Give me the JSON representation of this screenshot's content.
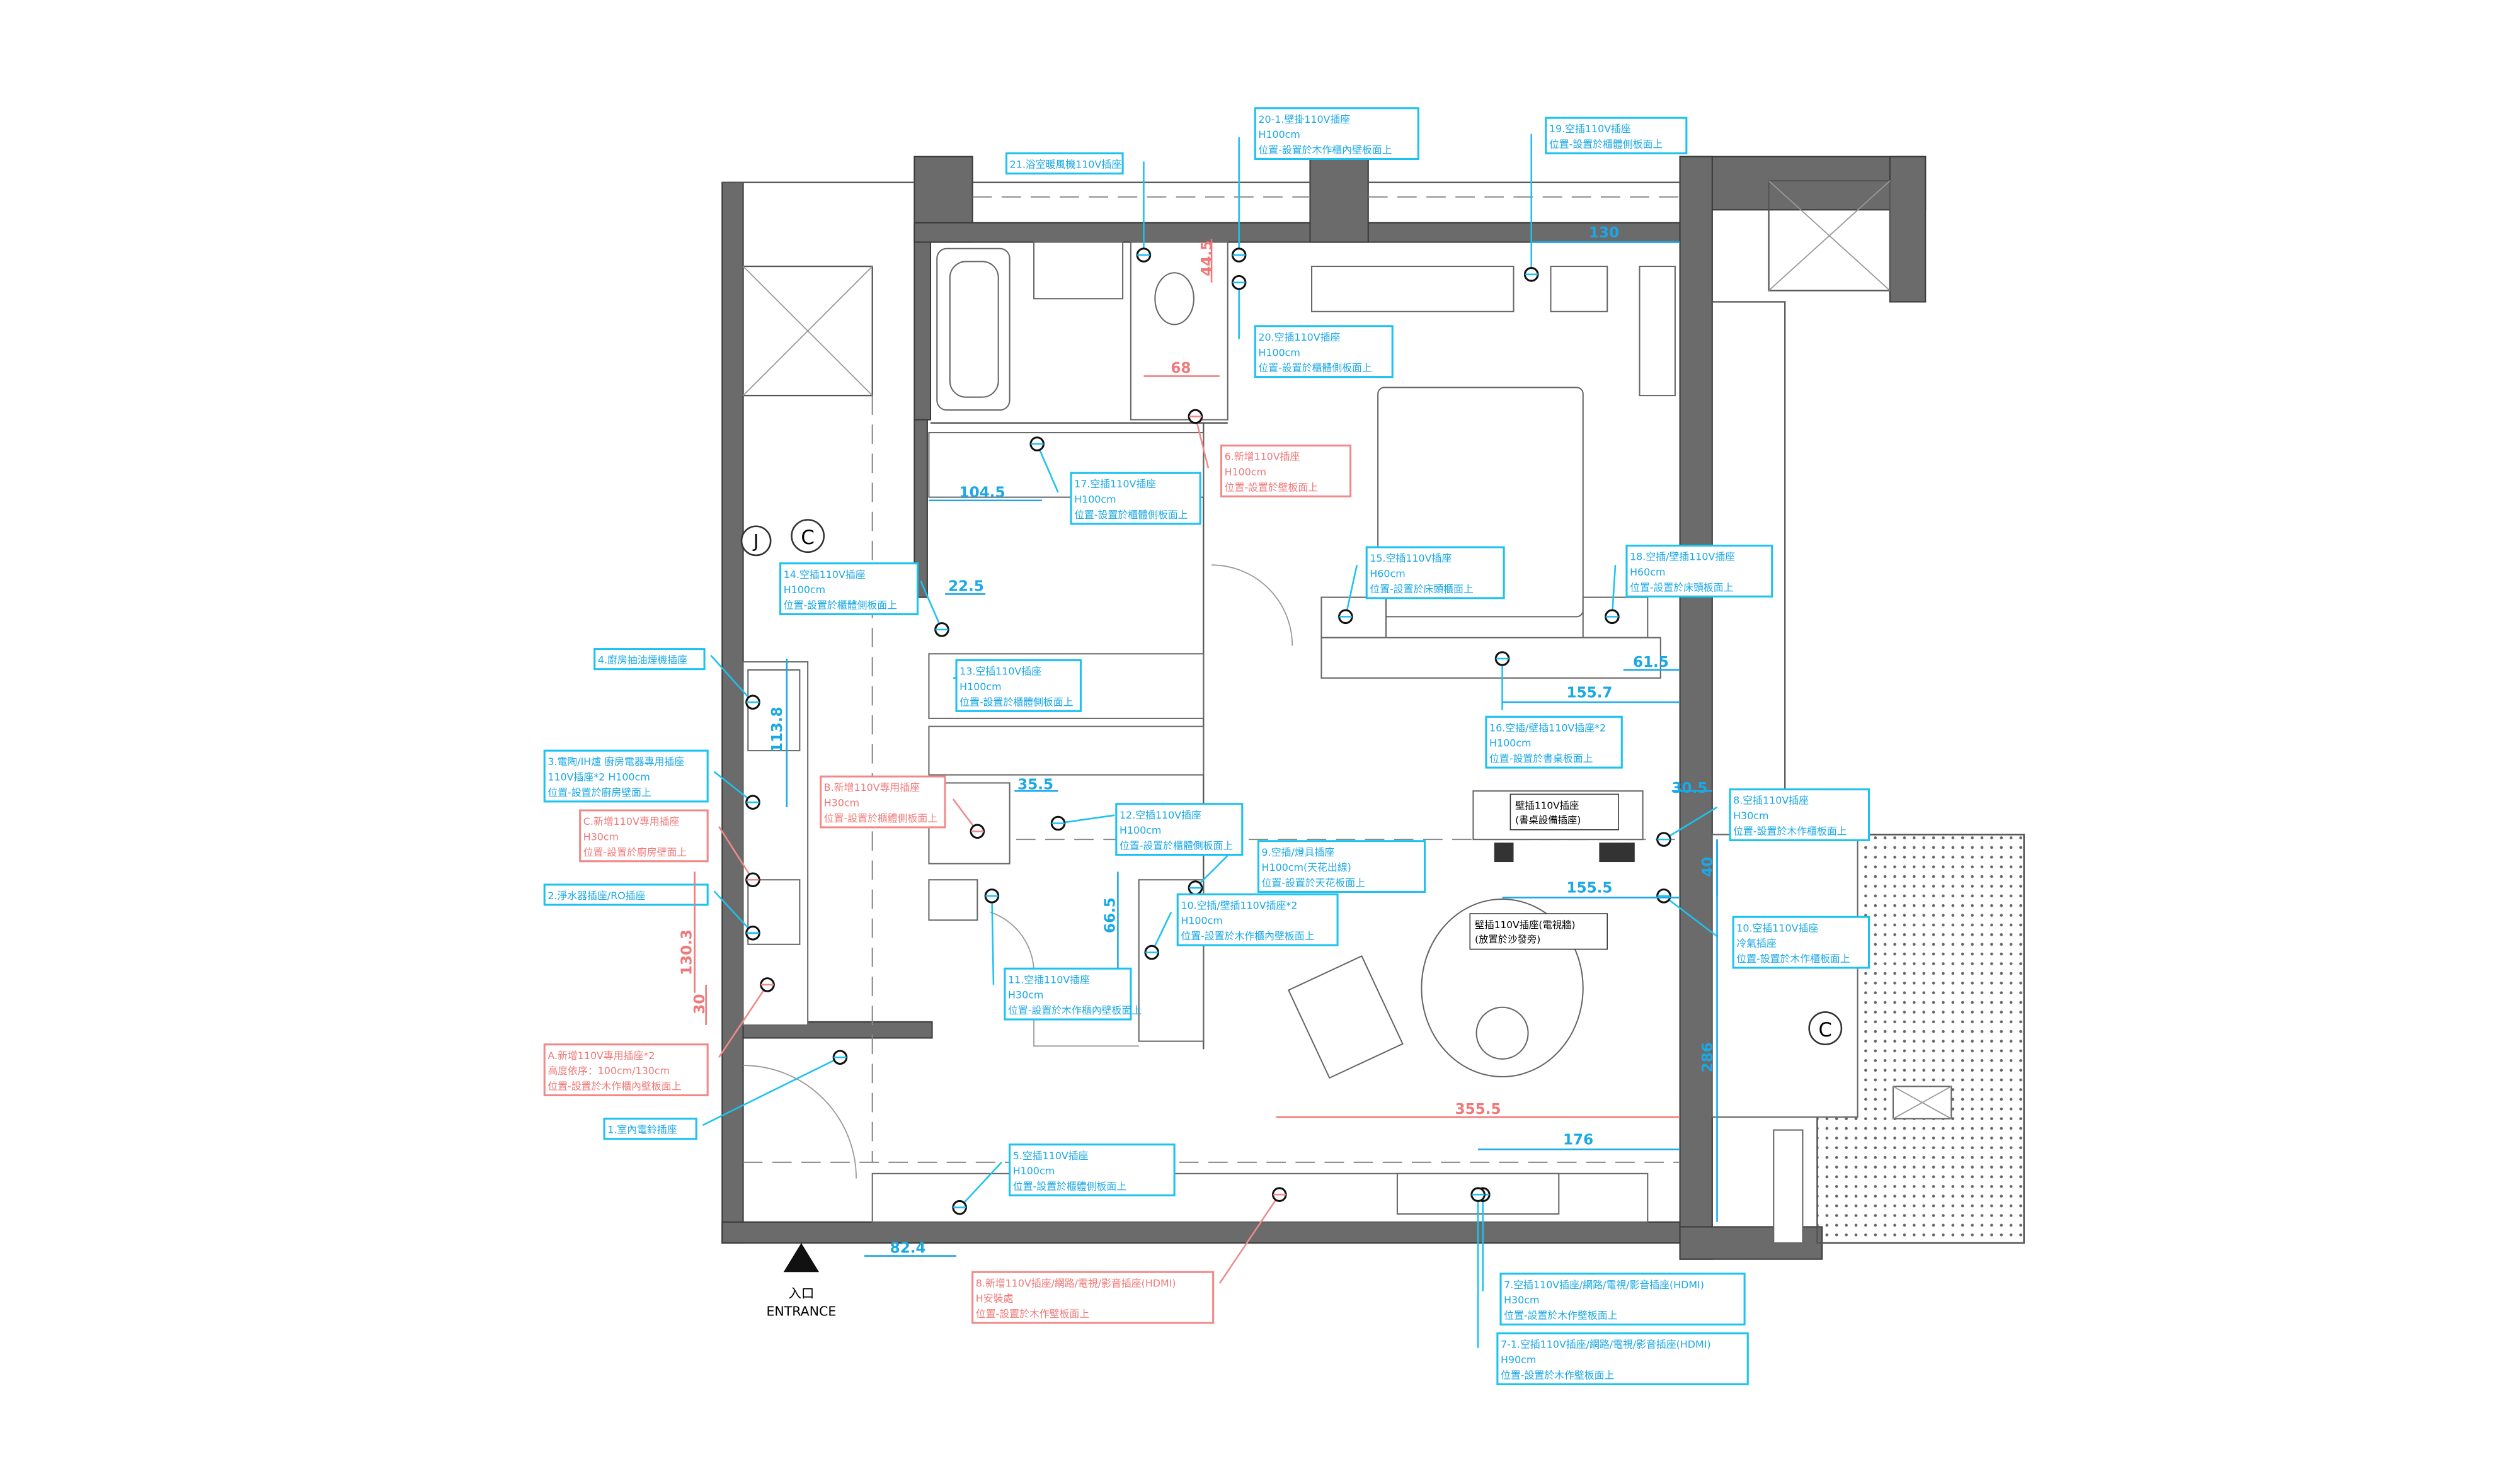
{
  "colors": {
    "annotation_blue": "#1cc2f0",
    "annotation_red": "#f08a8a",
    "wall": "#6b6b6b"
  },
  "entrance": {
    "label_cn": "入口",
    "label_en": "ENTRANCE"
  },
  "markers": {
    "j": "J",
    "c": "C"
  },
  "annotations_blue": [
    {
      "id": "21",
      "lines": [
        "21.浴室暖風機110V插座"
      ]
    },
    {
      "id": "20-1",
      "lines": [
        "20-1.壁掛110V插座",
        "H100cm",
        "位置-設置於木作櫃內壁板面上"
      ]
    },
    {
      "id": "19",
      "lines": [
        "19.空插110V插座",
        "位置-設置於櫃體側板面上"
      ]
    },
    {
      "id": "20",
      "lines": [
        "20.空插110V插座",
        "H100cm",
        "位置-設置於櫃體側板面上"
      ]
    },
    {
      "id": "17",
      "lines": [
        "17.空插110V插座",
        "H100cm",
        "位置-設置於櫃體側板面上"
      ]
    },
    {
      "id": "14",
      "lines": [
        "14.空插110V插座",
        "H100cm",
        "位置-設置於櫃體側板面上"
      ]
    },
    {
      "id": "4",
      "lines": [
        "4.廚房抽油煙機插座"
      ]
    },
    {
      "id": "3",
      "lines": [
        "3.電陶/IH爐 廚房電器專用插座",
        "110V插座*2 H100cm",
        "位置-設置於廚房壁面上"
      ]
    },
    {
      "id": "2",
      "lines": [
        "2.淨水器插座/RO插座"
      ]
    },
    {
      "id": "1",
      "lines": [
        "1.室內電鈴插座"
      ]
    },
    {
      "id": "13",
      "lines": [
        "13.空插110V插座",
        "H100cm",
        "位置-設置於櫃體側板面上"
      ]
    },
    {
      "id": "12",
      "lines": [
        "12.空插110V插座",
        "H100cm",
        "位置-設置於櫃體側板面上"
      ]
    },
    {
      "id": "9",
      "lines": [
        "9.空插/燈具插座",
        "H100cm(天花出線)",
        "位置-設置於天花板面上"
      ]
    },
    {
      "id": "10",
      "lines": [
        "10.空插/壁插110V插座*2",
        "H100cm",
        "位置-設置於木作櫃內壁板面上"
      ]
    },
    {
      "id": "11",
      "lines": [
        "11.空插110V插座",
        "H30cm",
        "位置-設置於木作櫃內壁板面上"
      ]
    },
    {
      "id": "5",
      "lines": [
        "5.空插110V插座",
        "H100cm",
        "位置-設置於櫃體側板面上"
      ]
    },
    {
      "id": "15",
      "lines": [
        "15.空插110V插座",
        "H60cm",
        "位置-設置於床頭櫃面上"
      ]
    },
    {
      "id": "18",
      "lines": [
        "18.空插/壁插110V插座",
        "H60cm",
        "位置-設置於床頭板面上"
      ]
    },
    {
      "id": "16",
      "lines": [
        "16.空插/壁插110V插座*2",
        "H100cm",
        "位置-設置於書桌板面上"
      ]
    },
    {
      "id": "8",
      "lines": [
        "8.空插110V插座",
        "H30cm",
        "位置-設置於木作櫃板面上"
      ]
    },
    {
      "id": "10-1",
      "lines": [
        "10.空插110V插座",
        "冷氣插座",
        "位置-設置於木作櫃板面上"
      ]
    },
    {
      "id": "7",
      "lines": [
        "7.空插110V插座/網路/電視/影音插座(HDMI)",
        "H30cm",
        "位置-設置於木作壁板面上"
      ]
    },
    {
      "id": "7-1",
      "lines": [
        "7-1.空插110V插座/網路/電視/影音插座(HDMI)",
        "H90cm",
        "位置-設置於木作壁板面上"
      ]
    }
  ],
  "annotations_red": [
    {
      "id": "6",
      "lines": [
        "6.新增110V插座",
        "H100cm",
        "位置-設置於壁板面上"
      ]
    },
    {
      "id": "C",
      "lines": [
        "C.新增110V專用插座",
        "H30cm",
        "位置-設置於廚房壁面上"
      ]
    },
    {
      "id": "B",
      "lines": [
        "B.新增110V專用插座",
        "H30cm",
        "位置-設置於櫃體側板面上"
      ]
    },
    {
      "id": "A",
      "lines": [
        "A.新增110V專用插座*2",
        "高度依序：100cm/130cm",
        "位置-設置於木作櫃內壁板面上"
      ]
    },
    {
      "id": "8N",
      "lines": [
        "8.新增110V插座/網路/電視/影音插座(HDMI)",
        "H安裝處",
        "位置-設置於木作壁板面上"
      ]
    }
  ],
  "desk_note": {
    "lines": [
      "壁插110V插座",
      "(書桌設備插座)"
    ]
  },
  "sofa_note": {
    "lines": [
      "壁插110V插座(電視牆)",
      "(放置於沙發旁)"
    ]
  },
  "dimensions_blue": [
    "130",
    "104.5",
    "22.5",
    "113.8",
    "155.7",
    "155.5",
    "176",
    "286",
    "40",
    "82.4",
    "66.5",
    "35.5",
    "61.5",
    "30.5"
  ],
  "dimensions_red": [
    "68",
    "130.3",
    "30",
    "355.5",
    "44.5"
  ]
}
